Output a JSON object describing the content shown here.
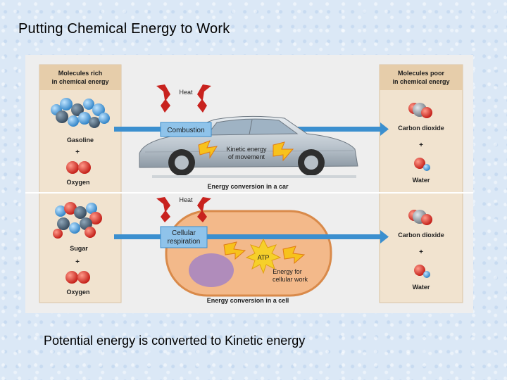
{
  "slide": {
    "title": "Putting Chemical Energy to Work",
    "caption": "Potential energy is converted to Kinetic energy"
  },
  "figure": {
    "left_header_line1": "Molecules rich",
    "left_header_line2": "in chemical energy",
    "right_header_line1": "Molecules poor",
    "right_header_line2": "in chemical energy",
    "gasoline": "Gasoline",
    "plus": "+",
    "oxygen": "Oxygen",
    "sugar": "Sugar",
    "carbon_dioxide": "Carbon dioxide",
    "water": "Water",
    "heat": "Heat",
    "combustion": "Combustion",
    "kinetic_line1": "Kinetic energy",
    "kinetic_line2": "of movement",
    "car_caption": "Energy conversion in a car",
    "cellular_line1": "Cellular",
    "cellular_line2": "respiration",
    "atp": "ATP",
    "energy_for_line1": "Energy for",
    "energy_for_line2": "cellular work",
    "cell_caption": "Energy conversion in a cell"
  },
  "colors": {
    "panel_tan": "#f1e3cf",
    "header_tan": "#e6cdaa",
    "arrow_blue": "#3b8fcf",
    "box_blue": "#8fc3ea",
    "heat_red": "#c8221e",
    "cell_orange": "#f3b98a",
    "atp_yellow": "#f6d02a"
  }
}
